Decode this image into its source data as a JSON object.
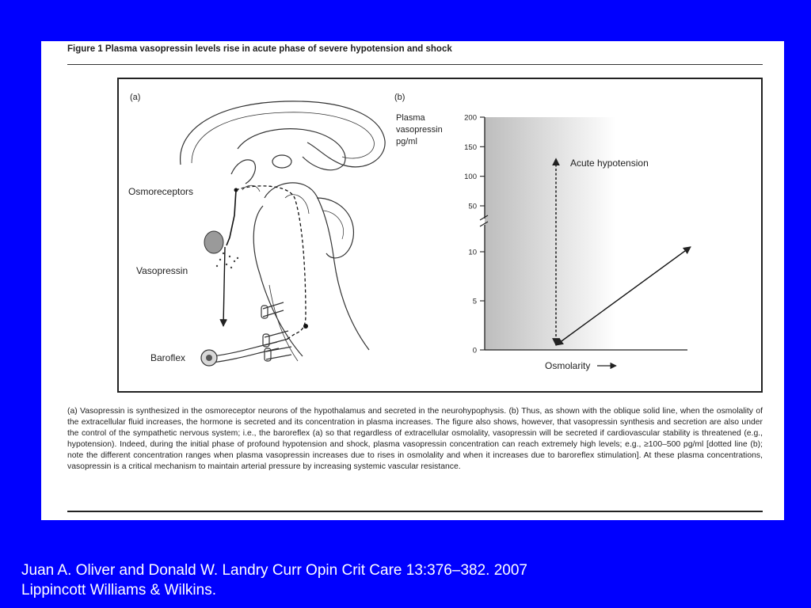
{
  "figure": {
    "title": "Figure 1  Plasma vasopressin levels rise in acute phase of severe hypotension and shock",
    "panel_a": {
      "label": "(a)",
      "osmoreceptors": "Osmoreceptors",
      "vasopressin": "Vasopressin",
      "baroflex": "Baroflex"
    },
    "panel_b": {
      "label": "(b)",
      "ylabel_line1": "Plasma",
      "ylabel_line2": "vasopressin",
      "ylabel_line3": "pg/ml",
      "xlabel": "Osmolarity",
      "annotation": "Acute hypotension"
    },
    "caption": "(a) Vasopressin is synthesized in the osmoreceptor neurons of the hypothalamus and secreted in the neurohypophysis. (b) Thus, as shown with the oblique solid line, when the osmolality of the extracellular fluid increases, the hormone is secreted and its concentration in plasma increases. The figure also shows, however, that vasopressin synthesis and secretion are also under the control of the sympathetic nervous system; i.e., the baroreflex (a) so that regardless of extracellular osmolality, vasopressin will be secreted if cardiovascular stability is threatened (e.g., hypotension). Indeed, during the initial phase of profound hypotension and shock, plasma vasopressin concentration can reach extremely high levels; e.g., ≥100–500 pg/ml [dotted line (b); note the different concentration ranges when plasma vasopressin increases due to rises in osmolality and when it increases due to baroreflex stimulation]. At these plasma concentrations, vasopressin is a critical mechanism to maintain arterial pressure by increasing systemic vascular resistance."
  },
  "citation": {
    "line1": "Juan A. Oliver and Donald W. Landry Curr Opin Crit Care 13:376–382.  2007",
    "line2": "Lippincott Williams & Wilkins."
  },
  "chart_data": {
    "type": "line",
    "ylabel": "Plasma vasopressin pg/ml",
    "xlabel": "Osmolarity",
    "y_ticks_lower": [
      0,
      5,
      10
    ],
    "y_ticks_upper": [
      50,
      100,
      150,
      200
    ],
    "axis_break": true,
    "series": [
      {
        "style": "solid",
        "y": [
          0,
          10.5
        ]
      },
      {
        "name": "Acute hypotension",
        "style": "dotted",
        "y": [
          0,
          130
        ]
      }
    ]
  },
  "colors": {
    "background": "#0000ff",
    "panel": "#ffffff",
    "ink": "#222222",
    "citation_text": "#ffffff"
  }
}
